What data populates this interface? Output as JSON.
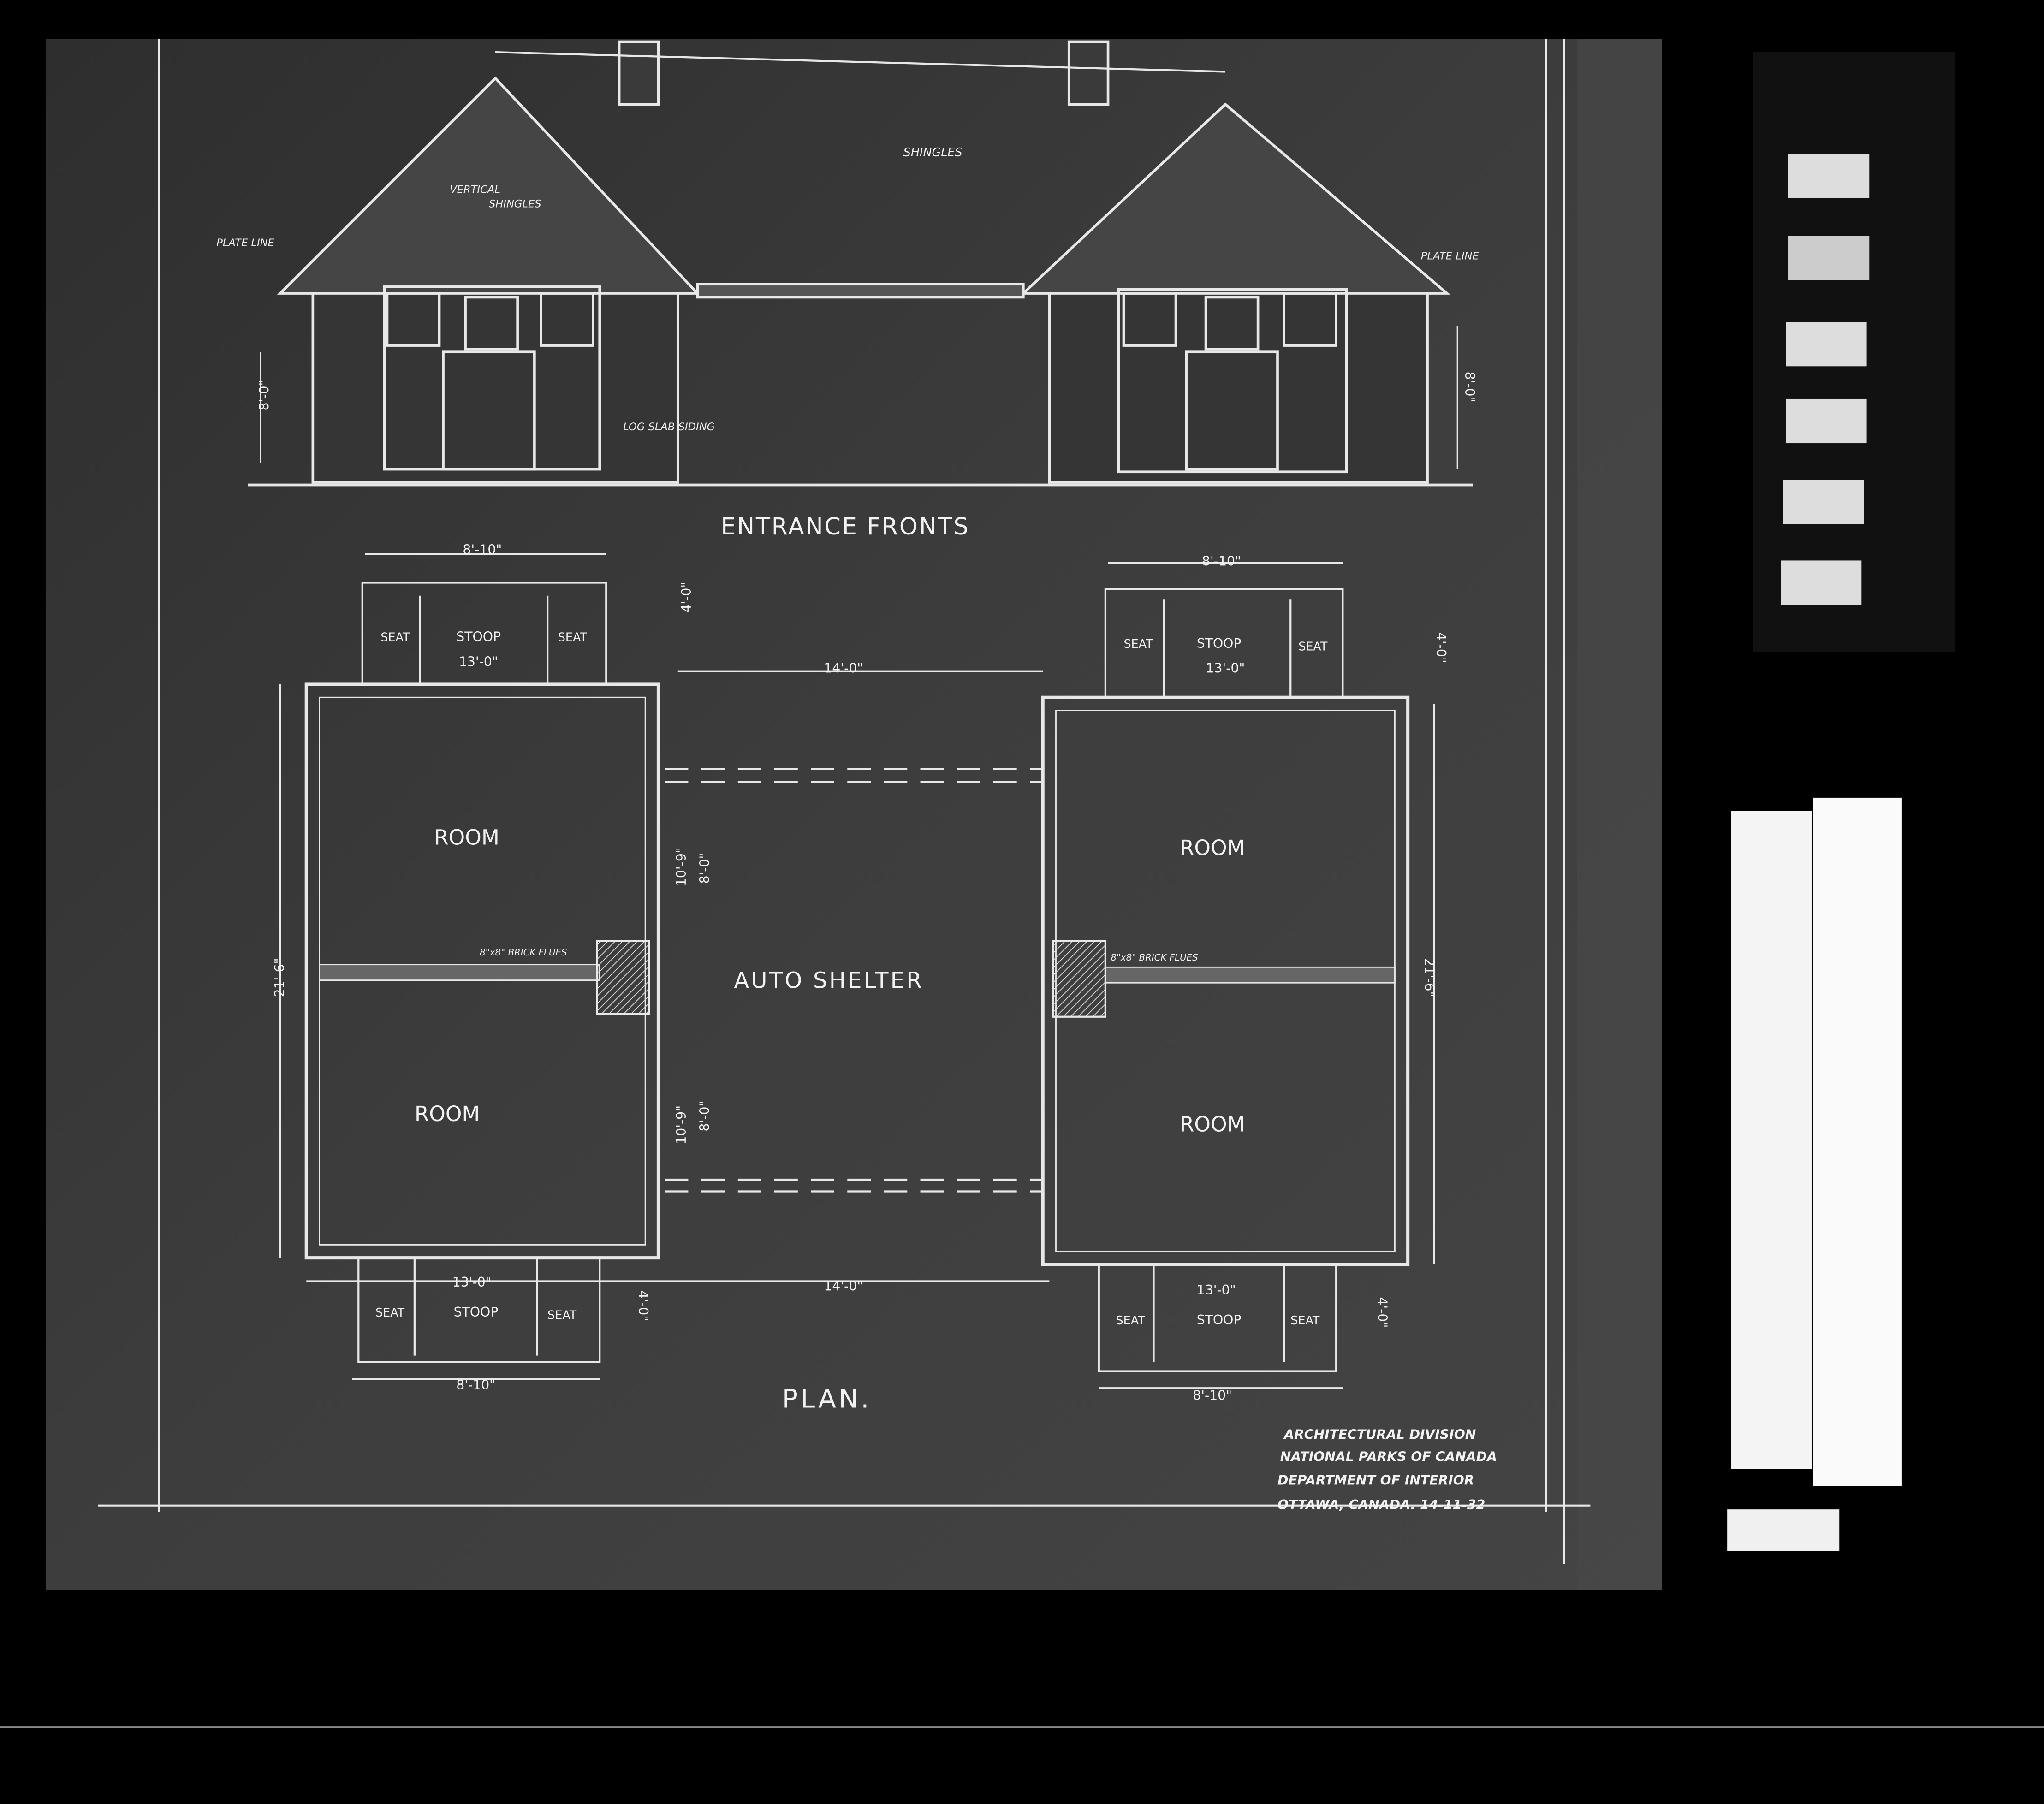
{
  "elevation": {
    "shingles": "SHINGLES",
    "vertical_shingles_1": "VERTICAL",
    "vertical_shingles_2": "SHINGLES",
    "plate_line_left": "PLATE LINE",
    "plate_line_right": "PLATE LINE",
    "log_slab_siding": "LOG SLAB SIDING",
    "height_left": "8'-0\"",
    "height_right": "8'-0\"",
    "title": "ENTRANCE FRONTS"
  },
  "plan": {
    "left_top_stoop": {
      "width": "8'-10\"",
      "seat_left": "SEAT",
      "stoop": "STOOP",
      "seat_right": "SEAT",
      "length": "13'-0\"",
      "depth": "4'-0\""
    },
    "right_top_stoop": {
      "width": "8'-10\"",
      "seat_left": "SEAT",
      "stoop": "STOOP",
      "seat_right": "SEAT",
      "length": "13'-0\"",
      "depth": "4'-0\""
    },
    "left_bottom_stoop": {
      "width": "8'-10\"",
      "seat_left": "SEAT",
      "stoop": "STOOP",
      "seat_right": "SEAT",
      "length": "13'-0\"",
      "depth": "4'-0\""
    },
    "right_bottom_stoop": {
      "width": "8'-10\"",
      "seat_left": "SEAT",
      "stoop": "STOOP",
      "seat_right": "SEAT",
      "length": "13'-0\"",
      "depth": "4'-0\""
    },
    "span_top": "14'-0\"",
    "span_bottom": "14'-0\"",
    "rooms": [
      "ROOM",
      "ROOM",
      "ROOM",
      "ROOM"
    ],
    "auto_shelter": "AUTO SHELTER",
    "flues_left": "8\"x8\" BRICK FLUES",
    "flues_right": "8\"x8\" BRICK FLUES",
    "depth_left": "21'-6\"",
    "depth_right": "21'-6\"",
    "bay_upper_outer": "10'-9\"",
    "bay_upper_inner": "8'-0\"",
    "bay_lower_outer": "10'-9\"",
    "bay_lower_inner": "8'-0\"",
    "title": "PLAN."
  },
  "title_block": [
    "ARCHITECTURAL DIVISION",
    "NATIONAL PARKS OF CANADA",
    "DEPARTMENT OF INTERIOR",
    "OTTAWA, CANADA. 14-11-32"
  ],
  "colors": {
    "paper": "#3b3b3b",
    "ink": "#f2f2f2",
    "film": "#0a0a0a"
  }
}
